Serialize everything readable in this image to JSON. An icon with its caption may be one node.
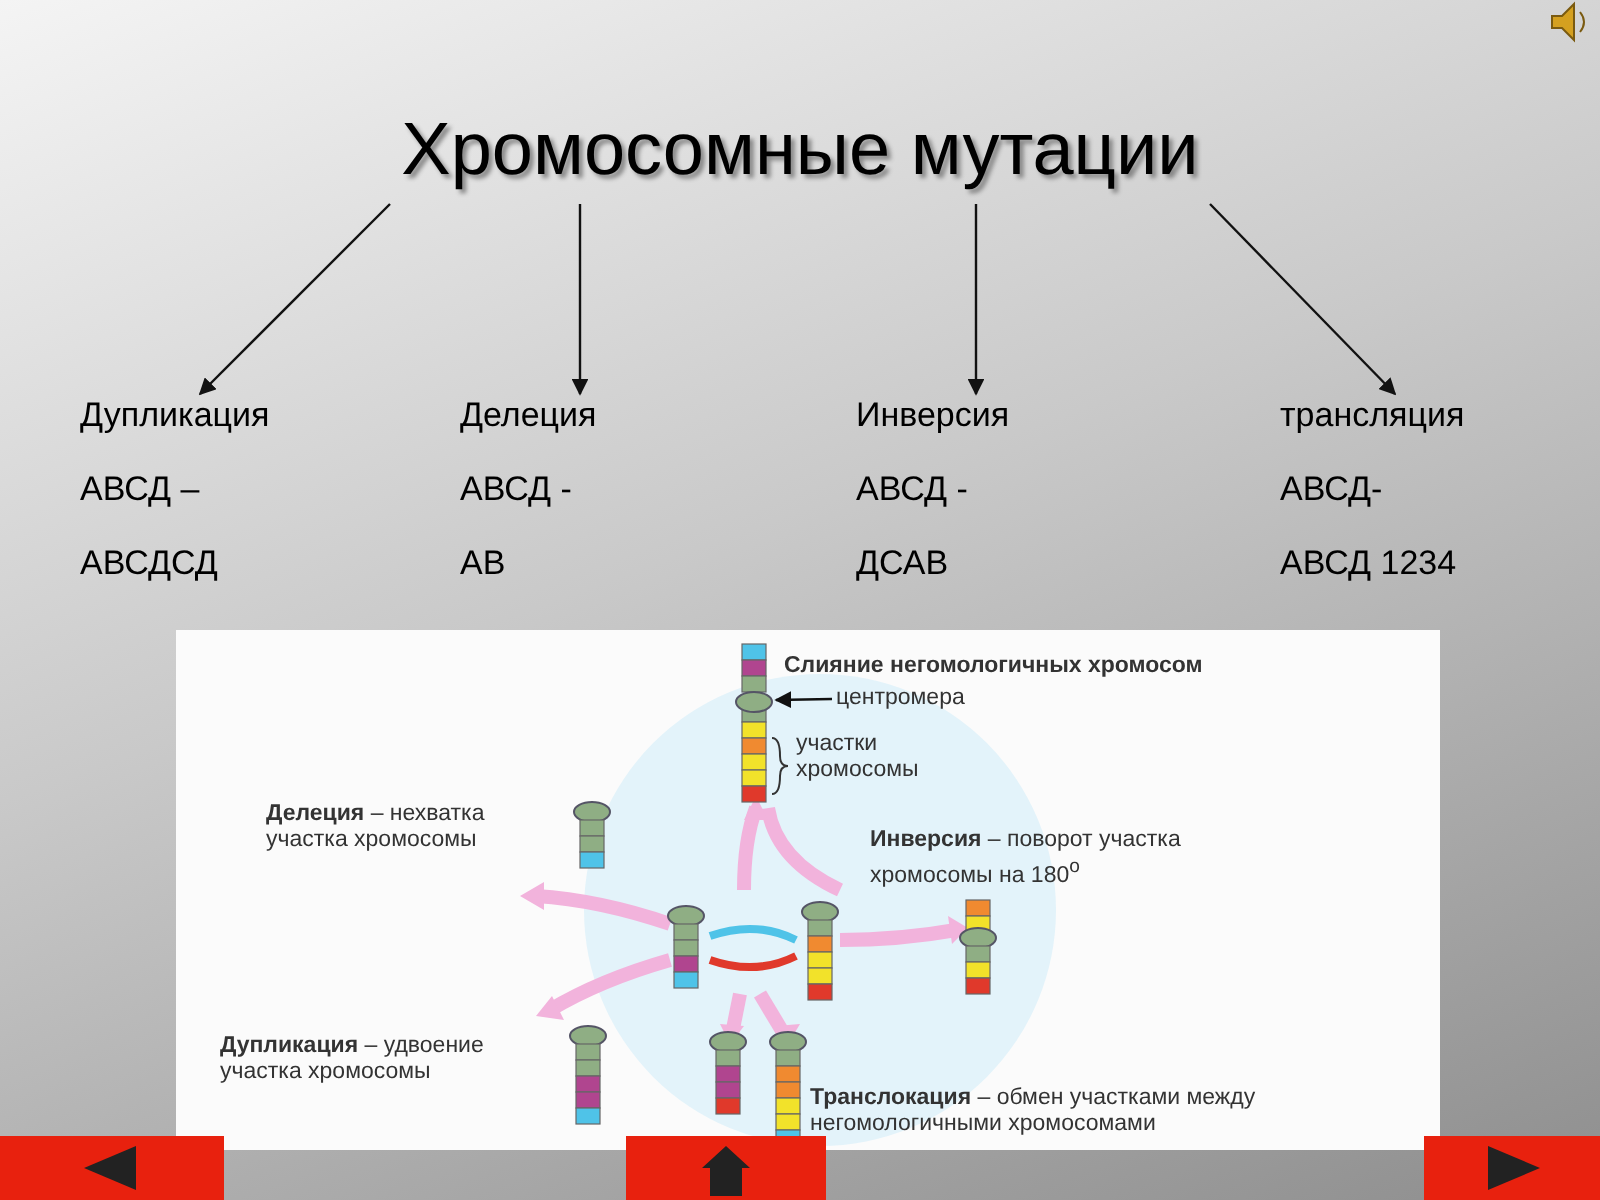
{
  "diagram": {
    "nodes": [
      {
        "text": [
          "Хромосомные мутации"
        ]
      },
      {
        "text": [
          "Дупликация",
          "АВСД –",
          "АВСДСД"
        ]
      },
      {
        "text": [
          "Делеция",
          "АВСД -",
          "АВ"
        ]
      },
      {
        "text": [
          "Инверсия",
          "АВСД -",
          "ДСАВ"
        ]
      },
      {
        "text": [
          "трансляция",
          "АВСД-",
          "АВСД 1234"
        ]
      },
      {
        "text": [
          "центромера"
        ]
      },
      {
        "text": [],
        "shape": "circle"
      }
    ],
    "edges": [
      {
        "from": 0,
        "to": 1,
        "arrow": "to"
      },
      {
        "from": 0,
        "to": 2,
        "arrow": "to"
      },
      {
        "from": 0,
        "to": 3,
        "arrow": "to"
      },
      {
        "from": 0,
        "to": 4,
        "arrow": "to"
      },
      {
        "from": 5,
        "to": 6,
        "arrow": "to"
      }
    ],
    "labels": [
      "**Слияние негомологичных хромосом**",
      "участки хромосомы",
      "**Делеция** – нехватка участка хромосомы",
      "**Инверсия** – поворот участка хромосомы на 180$^{о}$",
      "**Дупликация** – удвоение участка хромосомы",
      "**Транслокация** – обмен участками между негомологичными хромосомами"
    ]
  }
}
